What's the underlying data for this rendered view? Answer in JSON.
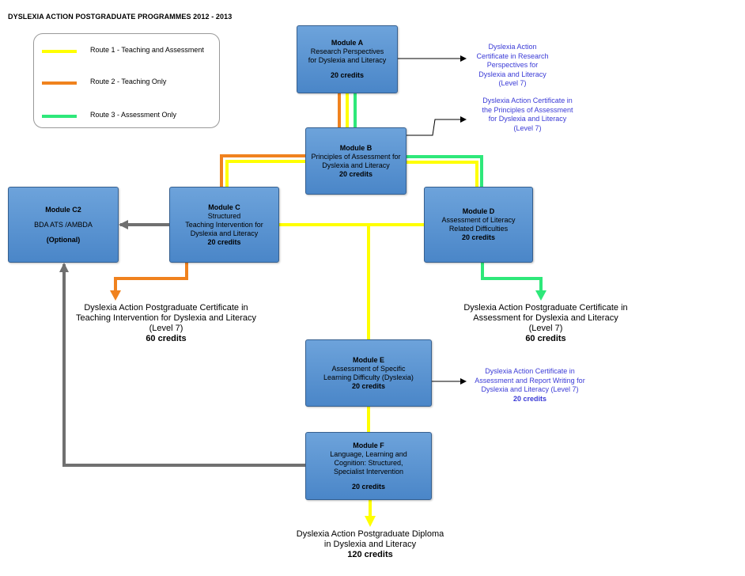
{
  "title": "DYSLEXIA ACTION POSTGRADUATE PROGRAMMES 2012 - 2013",
  "colors": {
    "route1": "#ffff00",
    "route2": "#f0821e",
    "route3": "#2ee87a",
    "connector": "#707070",
    "box": "#5a93d1",
    "cert_text": "#3a3ad6"
  },
  "legend": {
    "route1": "Route 1 - Teaching and Assessment",
    "route2": "Route 2 - Teaching Only",
    "route3": "Route 3 - Assessment Only"
  },
  "modules": {
    "a": {
      "title": "Module A",
      "lines": [
        "Research Perspectives",
        "for Dyslexia and Literacy"
      ],
      "credits": "20 credits"
    },
    "b": {
      "title": "Module B",
      "lines": [
        "Principles of Assessment for",
        "Dyslexia and Literacy"
      ],
      "credits": "20 credits"
    },
    "c2": {
      "title": "Module C2",
      "lines": [
        "BDA ATS /AMBDA"
      ],
      "note": "(Optional)"
    },
    "c": {
      "title": "Module C",
      "lines": [
        "Structured",
        "Teaching Intervention for",
        "Dyslexia and Literacy"
      ],
      "credits": "20 credits"
    },
    "d": {
      "title": "Module D",
      "lines": [
        "Assessment of Literacy",
        "Related Difficulties"
      ],
      "credits": "20 credits"
    },
    "e": {
      "title": "Module E",
      "lines": [
        "Assessment of Specific",
        "Learning Difficulty (Dyslexia)"
      ],
      "credits": "20 credits"
    },
    "f": {
      "title": "Module F",
      "lines": [
        "Language, Learning and",
        "Cognition: Structured,",
        "Specialist Intervention"
      ],
      "credits": "20 credits"
    }
  },
  "certificates": {
    "a": {
      "lines": [
        "Dyslexia Action",
        "Certificate in Research",
        "Perspectives for",
        "Dyslexia and Literacy",
        "(Level 7)"
      ]
    },
    "b": {
      "lines": [
        "Dyslexia Action Certificate in",
        "the Principles of Assessment",
        "for Dyslexia and Literacy",
        "(Level 7)"
      ]
    },
    "e": {
      "lines": [
        "Dyslexia Action Certificate in",
        "Assessment and Report Writing for",
        "Dyslexia and Literacy (Level 7)"
      ],
      "credits": "20 credits"
    }
  },
  "awards": {
    "teaching": {
      "lines": [
        "Dyslexia Action Postgraduate Certificate in",
        "Teaching Intervention for Dyslexia and Literacy",
        "(Level 7)"
      ],
      "credits": "60 credits"
    },
    "assessment": {
      "lines": [
        "Dyslexia Action Postgraduate Certificate in",
        "Assessment for Dyslexia and Literacy",
        "(Level 7)"
      ],
      "credits": "60 credits"
    },
    "diploma": {
      "lines": [
        "Dyslexia Action Postgraduate Diploma",
        "in Dyslexia and Literacy"
      ],
      "credits": "120 credits"
    }
  }
}
